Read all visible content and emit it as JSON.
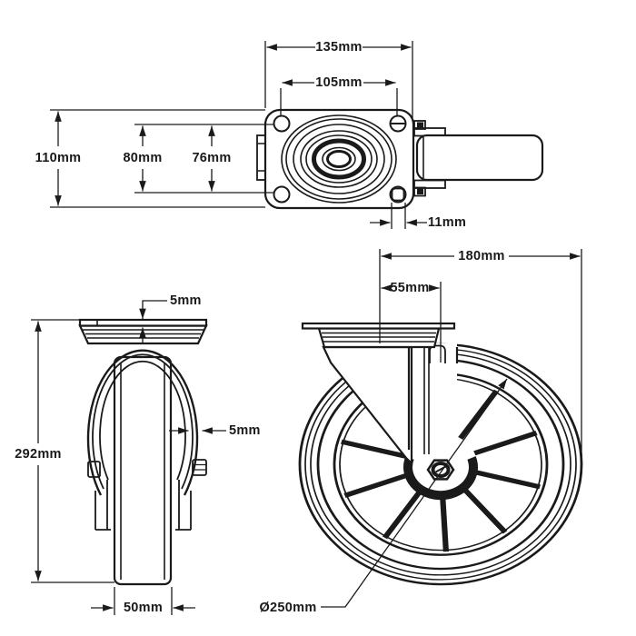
{
  "drawing": {
    "views": {
      "top_view": {
        "dimensions": {
          "plate_width": "135mm",
          "bolt_hole_spacing_width": "105mm",
          "plate_depth": "110mm",
          "bolt_hole_spacing_depth": "80mm",
          "inner_spacing": "76mm",
          "bolt_hole_diameter": "11mm"
        }
      },
      "front_view": {
        "dimensions": {
          "plate_thickness": "5mm",
          "fork_thickness": "5mm",
          "overall_height": "292mm",
          "wheel_width": "50mm"
        }
      },
      "side_view": {
        "dimensions": {
          "overall_length": "180mm",
          "swivel_offset": "55mm",
          "wheel_diameter": "Ø250mm"
        }
      }
    }
  }
}
